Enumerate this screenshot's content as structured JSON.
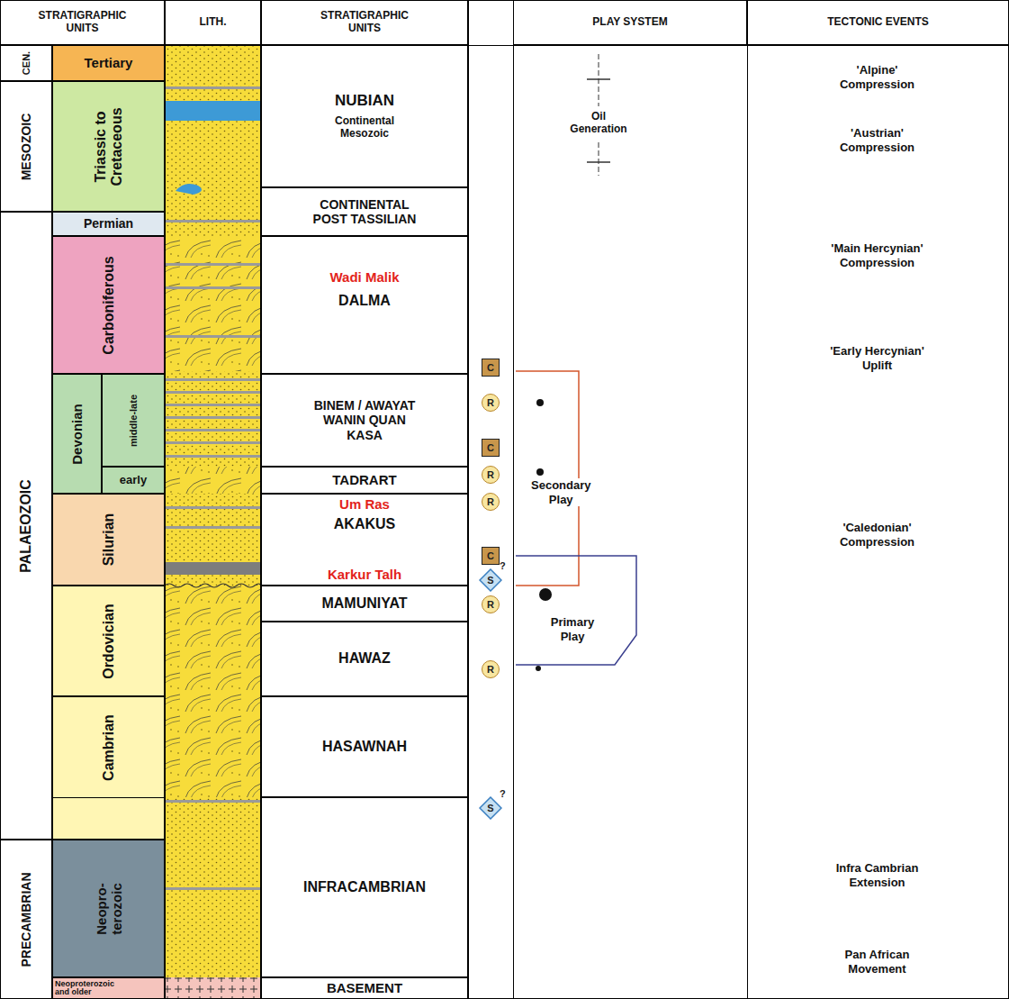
{
  "diagram": {
    "nodes": [
      {
        "text": [
          "STRATIGRAPHIC UNITS"
        ]
      },
      {
        "text": [
          "LITH."
        ]
      },
      {
        "text": [
          "STRATIGRAPHIC UNITS"
        ]
      },
      {
        "text": [
          "PLAY SYSTEM"
        ]
      },
      {
        "text": [
          "TECTONIC EVENTS"
        ]
      },
      {
        "text": [
          "CEN."
        ]
      },
      {
        "text": [
          "MESOZOIC"
        ]
      },
      {
        "text": [
          "PALAEOZOIC"
        ]
      },
      {
        "text": [
          "PRECAMBRIAN"
        ]
      },
      {
        "text": [
          "Tertiary"
        ]
      },
      {
        "text": [
          "Triassic to Cretaceous"
        ]
      },
      {
        "text": [
          "Permian"
        ]
      },
      {
        "text": [
          "Carboniferous"
        ]
      },
      {
        "text": [
          "Devonian"
        ]
      },
      {
        "text": [
          "middle-late"
        ]
      },
      {
        "text": [
          "early"
        ]
      },
      {
        "text": [
          "Silurian"
        ]
      },
      {
        "text": [
          "Ordovician"
        ]
      },
      {
        "text": [
          "Cambrian"
        ]
      },
      {
        "text": [
          "Neopro- terozoic"
        ]
      },
      {
        "text": [
          "Neoproterozoic and older"
        ]
      },
      {
        "text": [
          "NUBIAN",
          "Continental Mesozoic"
        ]
      },
      {
        "text": [
          "CONTINENTAL POST TASSILIAN"
        ]
      },
      {
        "text": [
          "Wadi Malik",
          "DALMA"
        ]
      },
      {
        "text": [
          "BINEM / AWAYAT WANIN QUAN KASA"
        ]
      },
      {
        "text": [
          "TADRART"
        ]
      },
      {
        "text": [
          "Um Ras",
          "AKAKUS",
          "Karkur Talh"
        ]
      },
      {
        "text": [
          "MAMUNIYAT"
        ]
      },
      {
        "text": [
          "HAWAZ"
        ]
      },
      {
        "text": [
          "HASAWNAH"
        ]
      },
      {
        "text": [
          "INFRACAMBRIAN"
        ]
      },
      {
        "text": [
          "BASEMENT"
        ]
      },
      {
        "text": [
          "C"
        ]
      },
      {
        "text": [
          "R"
        ]
      },
      {
        "text": [
          "C"
        ]
      },
      {
        "text": [
          "R"
        ]
      },
      {
        "text": [
          "R"
        ]
      },
      {
        "text": [
          "C"
        ]
      },
      {
        "text": [
          "S",
          "?"
        ]
      },
      {
        "text": [
          "R"
        ]
      },
      {
        "text": [
          "R"
        ]
      },
      {
        "text": [
          "S",
          "?"
        ]
      }
    ],
    "labels": [
      "Oil Generation",
      "Secondary Play",
      "Primary Play",
      "'Alpine' Compression",
      "'Austrian' Compression",
      "'Main Hercynian' Compression",
      "'Early Hercynian' Uplift",
      "'Caledonian' Compression",
      "Infra Cambrian Extension",
      "Pan African Movement"
    ]
  }
}
